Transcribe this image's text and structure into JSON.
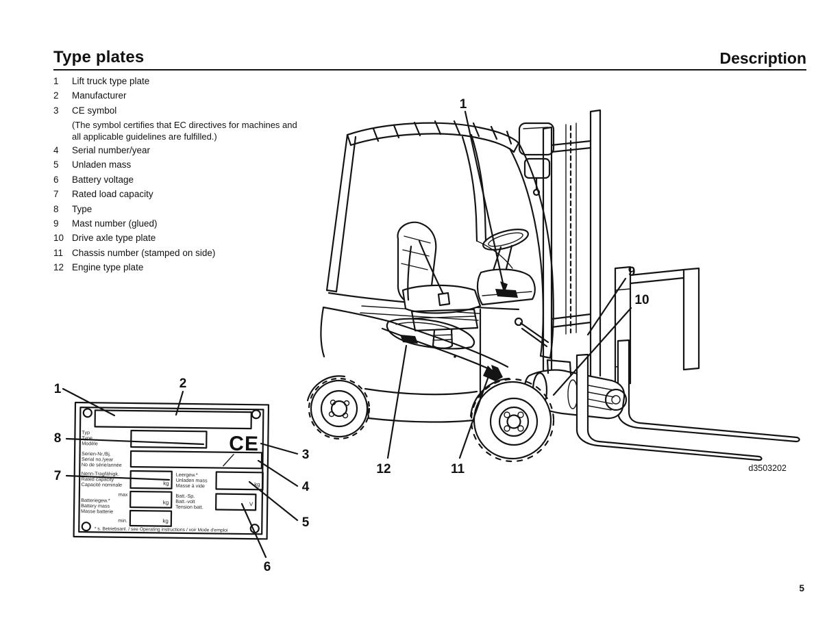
{
  "header": {
    "title": "Type plates",
    "section": "Description"
  },
  "list": {
    "items": [
      {
        "num": "1",
        "label": "Lift truck type plate"
      },
      {
        "num": "2",
        "label": "Manufacturer"
      },
      {
        "num": "3",
        "label": "CE symbol",
        "note1": "(The symbol certifies that EC directives for machines and",
        "note2": "all applicable guidelines are fulfilled.)"
      },
      {
        "num": "4",
        "label": "Serial number/year"
      },
      {
        "num": "5",
        "label": "Unladen mass"
      },
      {
        "num": "6",
        "label": "Battery voltage"
      },
      {
        "num": "7",
        "label": "Rated load capacity"
      },
      {
        "num": "8",
        "label": "Type"
      },
      {
        "num": "9",
        "label": "Mast number (glued)"
      },
      {
        "num": "10",
        "label": "Drive axle type plate"
      },
      {
        "num": "11",
        "label": "Chassis number (stamped on side)"
      },
      {
        "num": "12",
        "label": "Engine type plate"
      }
    ]
  },
  "figure": {
    "ref": "d3503202",
    "callouts": {
      "n1": "1",
      "n9": "9",
      "n10": "10",
      "n11": "11",
      "n12": "12"
    }
  },
  "plate": {
    "callouts": {
      "n1": "1",
      "n2": "2",
      "n3": "3",
      "n4": "4",
      "n5": "5",
      "n6": "6",
      "n7": "7",
      "n8": "8"
    },
    "ce": "CE",
    "rows": {
      "type": [
        "Typ",
        "Type",
        "Modèle"
      ],
      "serial": [
        "Serien-Nr./Bj.",
        "Serial no./year",
        "No de série/année"
      ],
      "capacity": [
        "Nenn-Tragfähigk.",
        "Rated capacity",
        "Capacité nominale"
      ],
      "unladen": [
        "Leergew.*",
        "Unladen mass",
        "Masse à vide"
      ],
      "battery_mass": [
        "Batteriegew.*",
        "Battery mass",
        "Masse batterie"
      ],
      "battery_voltage": [
        "Batt.-Sp.",
        "Batt.-volt",
        "Tension batt."
      ]
    },
    "max_label": "max",
    "min_label": "min.",
    "unit_kg": "kg",
    "unit_v": "V",
    "footer": "* s. Betriebsanl. / see Operating instructions / voir Mode d'emploi"
  },
  "page": {
    "number": "5"
  }
}
